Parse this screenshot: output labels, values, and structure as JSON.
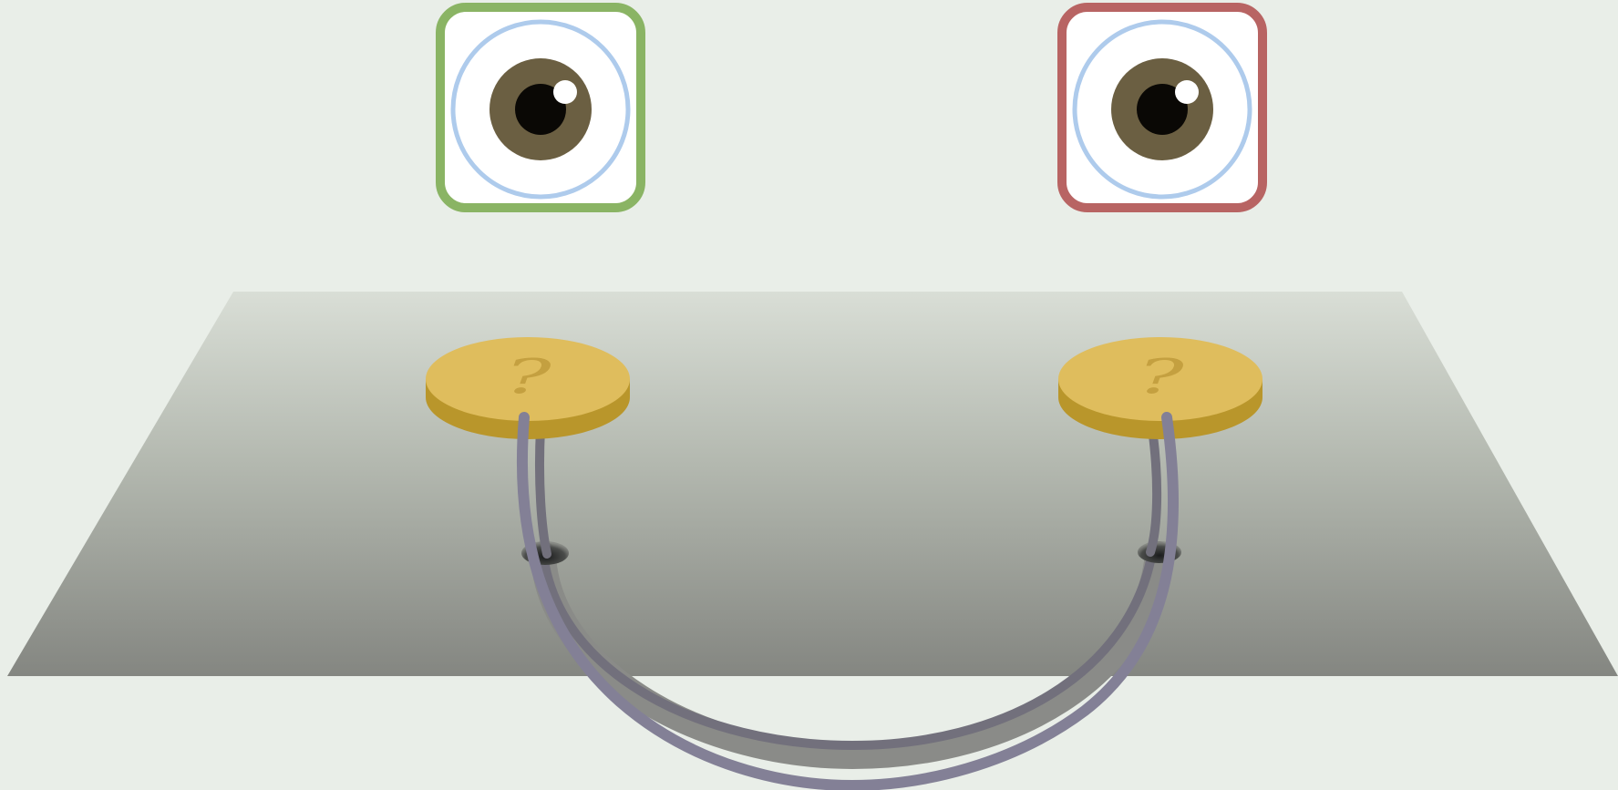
{
  "scene": {
    "observers": [
      {
        "name": "observer-left",
        "frame_color": "#8ab464",
        "iris_color": "#6b5f42"
      },
      {
        "name": "observer-right",
        "frame_color": "#b86463",
        "iris_color": "#6b5f42"
      }
    ],
    "coins": [
      {
        "name": "coin-left",
        "symbol": "?"
      },
      {
        "name": "coin-right",
        "symbol": "?"
      }
    ],
    "colors": {
      "background": "#e9eee8",
      "table_top": "#d9ded6",
      "table_bottom": "#848681",
      "coin_face": "#dfbd5d",
      "coin_edge": "#b9962b",
      "coin_glyph": "#c4a040",
      "tube": "#838096",
      "tube_dark": "#72707c",
      "eye_ring": "#aecbec",
      "pupil": "#0a0805"
    }
  }
}
